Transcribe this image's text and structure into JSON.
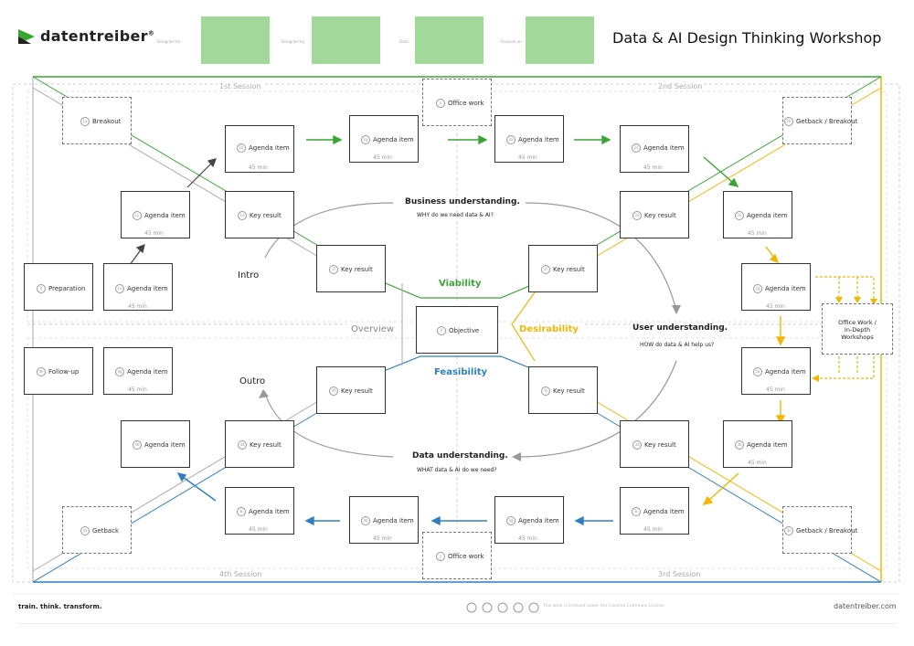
{
  "header": {
    "logo_text": "datentreiber",
    "logo_mark": "®",
    "title": "Data & AI Design Thinking Workshop",
    "fields": [
      "Designed for:",
      "Designed by:",
      "Date:",
      "Focused on:"
    ]
  },
  "sessions": [
    "1st Session",
    "2nd Session",
    "3rd Session",
    "4th Session"
  ],
  "center": {
    "objective": "Objective",
    "viability": "Viability",
    "desirability": "Desirability",
    "feasibility": "Feasibility",
    "overview": "Overview",
    "intro": "Intro",
    "outro": "Outro"
  },
  "understanding": {
    "business": {
      "title": "Business understanding.",
      "sub": "WHY do we need data & AI?"
    },
    "user": {
      "title": "User understanding.",
      "sub": "HOW do data & AI help us?"
    },
    "data": {
      "title": "Data understanding.",
      "sub": "WHAT data & AI do we need?"
    }
  },
  "labels": {
    "agenda": "Agenda item",
    "key": "Key result",
    "dur": "45 min",
    "breakout": "Breakout",
    "office": "Office work",
    "getback_breakout": "Getback / Breakout",
    "getback": "Getback",
    "preparation": "Preparation",
    "followup": "Follow-up",
    "office_indepth_1": "Office Work /",
    "office_indepth_2": "In-Depth",
    "office_indepth_3": "Workshops"
  },
  "footer": {
    "slogan": "train. think. transform.",
    "website": "datentreiber.com",
    "license": "This work is licensed under the Creative Commons License."
  },
  "colors": {
    "green": "#3aa535",
    "blue": "#2f7fc1",
    "yellow": "#f2b705",
    "gray": "#999999",
    "field": "#a3d89b"
  }
}
